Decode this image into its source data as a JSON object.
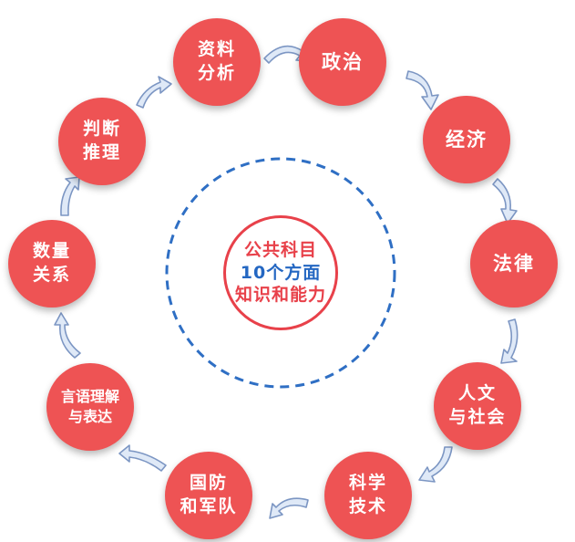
{
  "center": {
    "line1": "公共科目",
    "line2": "10个方面",
    "line3": "知识和能力"
  },
  "nodes": [
    {
      "key": "zhengzhi",
      "lines": [
        "政治"
      ]
    },
    {
      "key": "jingji",
      "lines": [
        "经济"
      ]
    },
    {
      "key": "falv",
      "lines": [
        "法律"
      ]
    },
    {
      "key": "renwen",
      "lines": [
        "人文",
        "与社会"
      ]
    },
    {
      "key": "keji",
      "lines": [
        "科学",
        "技术"
      ]
    },
    {
      "key": "guofang",
      "lines": [
        "国防",
        "和军队"
      ]
    },
    {
      "key": "yanyu",
      "lines": [
        "言语理解",
        "与表达"
      ]
    },
    {
      "key": "shuliang",
      "lines": [
        "数量",
        "关系"
      ]
    },
    {
      "key": "panduan",
      "lines": [
        "判断",
        "推理"
      ]
    },
    {
      "key": "ziliao",
      "lines": [
        "资料",
        "分析"
      ]
    }
  ],
  "colors": {
    "node_fill": "#ee5354",
    "center_ring": "#e8414a",
    "accent_blue": "#2467c2",
    "dashed_ring": "#2f6fc4",
    "arrow_fill": "#dfe9f7",
    "arrow_stroke": "#7c96c3"
  }
}
